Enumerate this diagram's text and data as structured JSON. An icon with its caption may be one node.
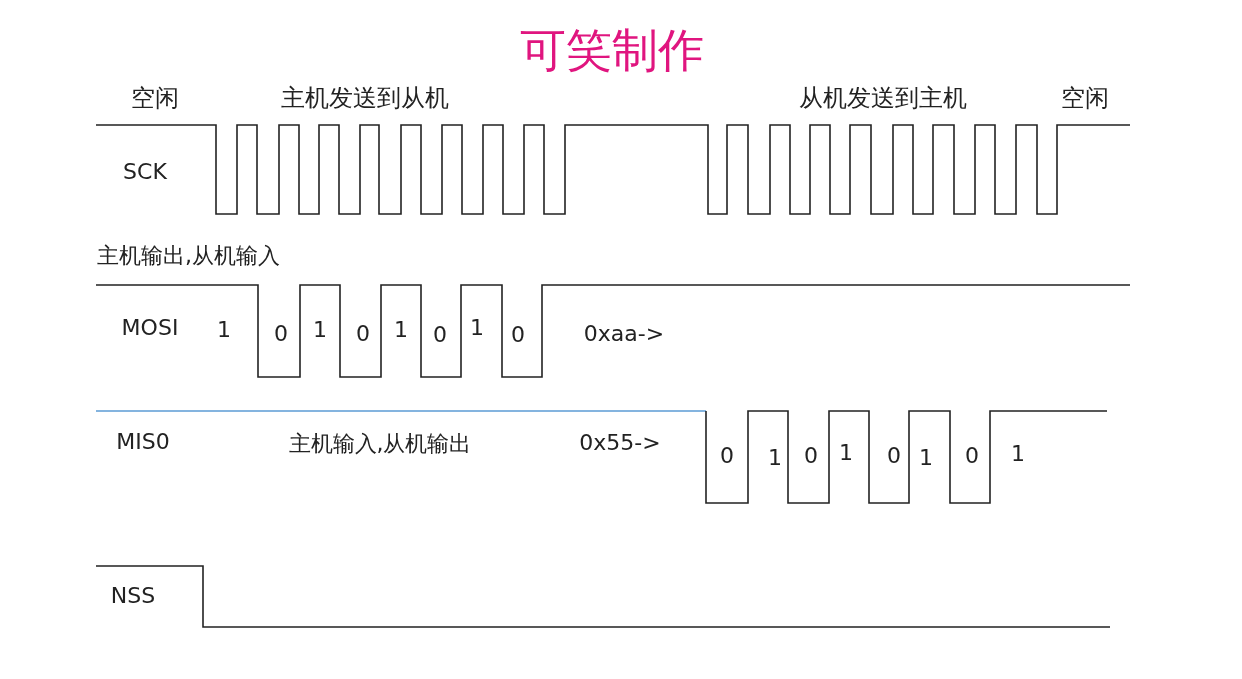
{
  "diagram": {
    "title": "可笑制作",
    "labels": [
      "空闲",
      "主机发送到从机",
      "从机发送到主机",
      "空闲",
      "SCK",
      "主机输出,从机输入",
      "MOSI",
      "1",
      "0",
      "1",
      "0",
      "1",
      "0",
      "1",
      "0",
      "0xaa->",
      "MIS0",
      "主机输入,从机输出",
      "0x55->",
      "0",
      "1",
      "0",
      "1",
      "0",
      "1",
      "0",
      "1",
      "NSS"
    ]
  }
}
